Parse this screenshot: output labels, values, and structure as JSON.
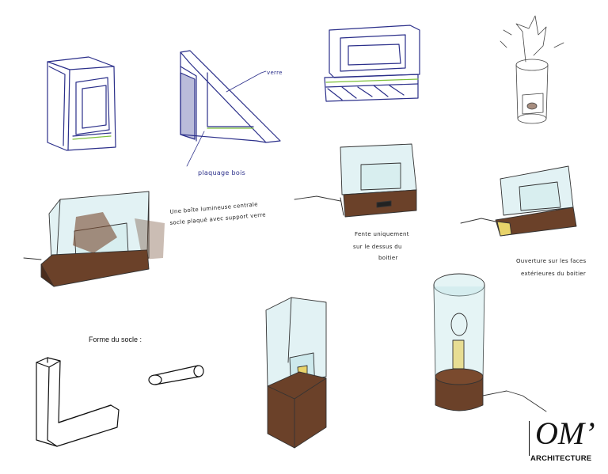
{
  "annotations": {
    "verre": "verre",
    "placage_bois": "plaquage bois",
    "boite_line1": "Une boîte lumineuse centrale",
    "boite_line2": "socle plaqué avec support verre",
    "fente_line1": "Fente uniquement",
    "fente_line2": "sur le dessus du",
    "fente_line3": "boitier",
    "ouverture_line1": "Ouverture sur les faces",
    "ouverture_line2": "extérieures du boitier",
    "forme_socle": "Forme du socle :"
  },
  "logo": {
    "mark": "OM’",
    "subtitle": "ARCHITECTURE"
  },
  "colors": {
    "blue_ink": "#2b2f8a",
    "wood": "#6b4129",
    "glass": "#bfe3e6"
  }
}
